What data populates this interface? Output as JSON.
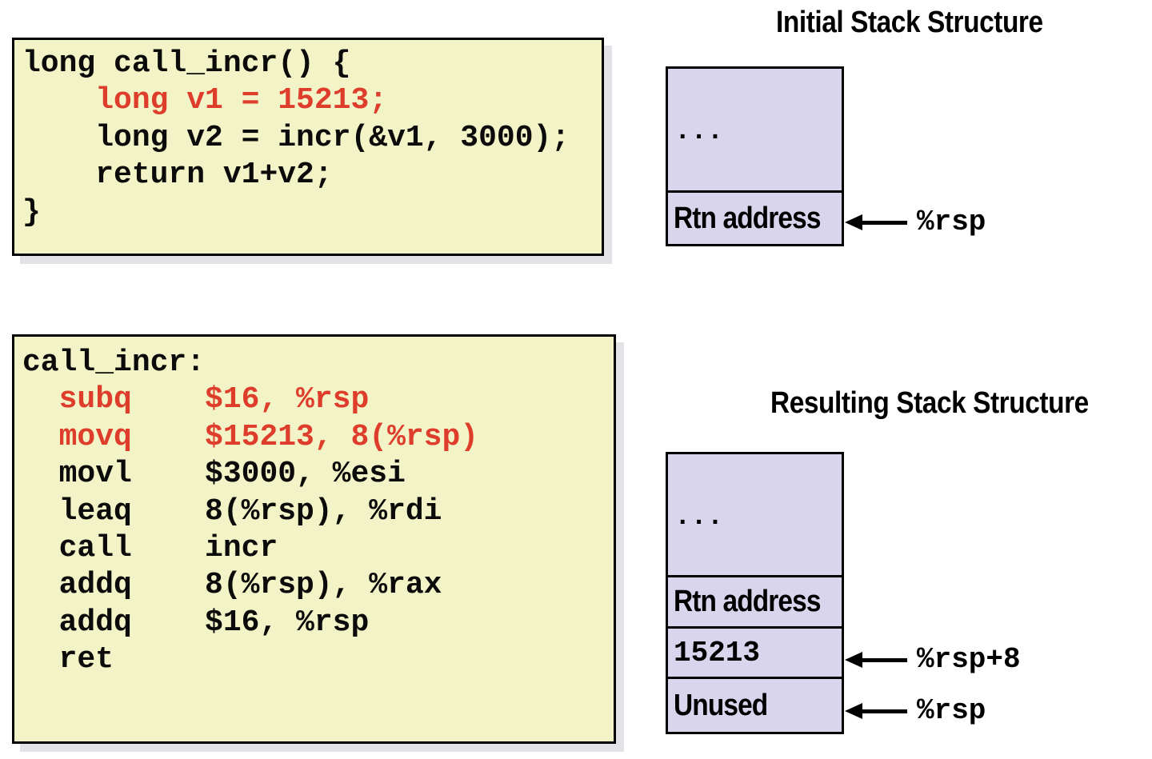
{
  "colors": {
    "code_box_bg": "#f2f3c6",
    "code_box_border": "#000000",
    "code_box_shadow": "#e3e3e7",
    "stack_cell_bg": "#d8d5ec",
    "stack_border": "#000000",
    "code_text": "#0b0b0b",
    "highlight_red": "#de3d2c",
    "title_text": "#000000"
  },
  "c_code_box": {
    "lines": [
      {
        "text": "long call_incr() {",
        "highlight": false
      },
      {
        "text": "    long v1 = 15213;",
        "highlight": true
      },
      {
        "text": "    long v2 = incr(&v1, 3000);",
        "highlight": false
      },
      {
        "text": "    return v1+v2;",
        "highlight": false
      },
      {
        "text": "}",
        "highlight": false
      }
    ]
  },
  "asm_code_box": {
    "lines": [
      {
        "text": "call_incr:",
        "highlight": false
      },
      {
        "text": "  subq    $16, %rsp",
        "highlight": true
      },
      {
        "text": "  movq    $15213, 8(%rsp)",
        "highlight": true
      },
      {
        "text": "  movl    $3000, %esi",
        "highlight": false
      },
      {
        "text": "  leaq    8(%rsp), %rdi",
        "highlight": false
      },
      {
        "text": "  call    incr",
        "highlight": false
      },
      {
        "text": "  addq    8(%rsp), %rax",
        "highlight": false
      },
      {
        "text": "  addq    $16, %rsp",
        "highlight": false
      },
      {
        "text": "  ret",
        "highlight": false
      }
    ]
  },
  "initial_stack": {
    "title": "Initial Stack Structure",
    "cells": [
      {
        "label": "...",
        "style": "dots"
      },
      {
        "label": "Rtn address",
        "style": "sans"
      }
    ],
    "pointers": [
      {
        "label": "%rsp",
        "points_to": "Rtn address"
      }
    ]
  },
  "resulting_stack": {
    "title": "Resulting Stack Structure",
    "cells": [
      {
        "label": "...",
        "style": "dots"
      },
      {
        "label": "Rtn address",
        "style": "sans"
      },
      {
        "label": "15213",
        "style": "mono"
      },
      {
        "label": "Unused",
        "style": "sans"
      }
    ],
    "pointers": [
      {
        "label": "%rsp+8",
        "points_to": "15213"
      },
      {
        "label": "%rsp",
        "points_to": "Unused"
      }
    ]
  }
}
